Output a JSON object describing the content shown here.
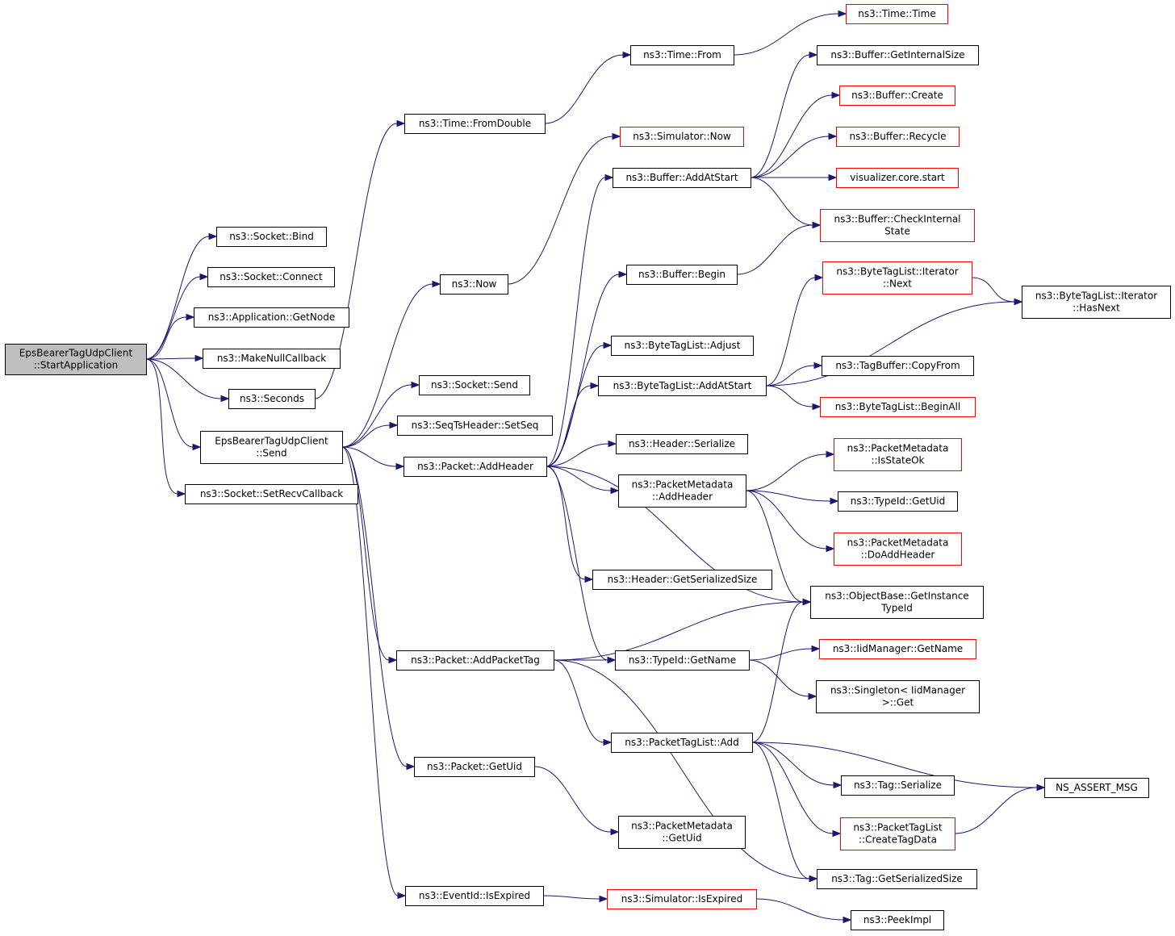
{
  "nodes": {
    "start_app": {
      "lines": [
        "EpsBearerTagUdpClient",
        "::StartApplication"
      ],
      "style": "root"
    },
    "socket_bind": {
      "lines": [
        "ns3::Socket::Bind"
      ],
      "style": "black"
    },
    "socket_connect": {
      "lines": [
        "ns3::Socket::Connect"
      ],
      "style": "black"
    },
    "app_getnode": {
      "lines": [
        "ns3::Application::GetNode"
      ],
      "style": "black"
    },
    "make_null_cb": {
      "lines": [
        "ns3::MakeNullCallback"
      ],
      "style": "black"
    },
    "seconds": {
      "lines": [
        "ns3::Seconds"
      ],
      "style": "black"
    },
    "send": {
      "lines": [
        "EpsBearerTagUdpClient",
        "::Send"
      ],
      "style": "black"
    },
    "set_recv_cb": {
      "lines": [
        "ns3::Socket::SetRecvCallback"
      ],
      "style": "black"
    },
    "time_fromdouble": {
      "lines": [
        "ns3::Time::FromDouble"
      ],
      "style": "black"
    },
    "time_from": {
      "lines": [
        "ns3::Time::From"
      ],
      "style": "black"
    },
    "time_time": {
      "lines": [
        "ns3::Time::Time"
      ],
      "style": "red"
    },
    "now": {
      "lines": [
        "ns3::Now"
      ],
      "style": "black"
    },
    "sim_now": {
      "lines": [
        "ns3::Simulator::Now"
      ],
      "style": "red"
    },
    "socket_send": {
      "lines": [
        "ns3::Socket::Send"
      ],
      "style": "black"
    },
    "seqts_setseq": {
      "lines": [
        "ns3::SeqTsHeader::SetSeq"
      ],
      "style": "black"
    },
    "pkt_addheader": {
      "lines": [
        "ns3::Packet::AddHeader"
      ],
      "style": "black"
    },
    "pkt_addpackettag": {
      "lines": [
        "ns3::Packet::AddPacketTag"
      ],
      "style": "black"
    },
    "pkt_getuid": {
      "lines": [
        "ns3::Packet::GetUid"
      ],
      "style": "black"
    },
    "eventid_isexpired": {
      "lines": [
        "ns3::EventId::IsExpired"
      ],
      "style": "black"
    },
    "buf_addatstart": {
      "lines": [
        "ns3::Buffer::AddAtStart"
      ],
      "style": "black"
    },
    "buf_begin": {
      "lines": [
        "ns3::Buffer::Begin"
      ],
      "style": "black"
    },
    "btl_adjust": {
      "lines": [
        "ns3::ByteTagList::Adjust"
      ],
      "style": "black"
    },
    "btl_addatstart": {
      "lines": [
        "ns3::ByteTagList::AddAtStart"
      ],
      "style": "black"
    },
    "hdr_serialize": {
      "lines": [
        "ns3::Header::Serialize"
      ],
      "style": "black"
    },
    "pm_addheader": {
      "lines": [
        "ns3::PacketMetadata",
        "::AddHeader"
      ],
      "style": "black"
    },
    "hdr_getsersize": {
      "lines": [
        "ns3::Header::GetSerializedSize"
      ],
      "style": "black"
    },
    "typeid_getname": {
      "lines": [
        "ns3::TypeId::GetName"
      ],
      "style": "black"
    },
    "ptl_add": {
      "lines": [
        "ns3::PacketTagList::Add"
      ],
      "style": "black"
    },
    "pm_getuid": {
      "lines": [
        "ns3::PacketMetadata",
        "::GetUid"
      ],
      "style": "black"
    },
    "sim_isexpired": {
      "lines": [
        "ns3::Simulator::IsExpired"
      ],
      "style": "red"
    },
    "buf_getinternalsize": {
      "lines": [
        "ns3::Buffer::GetInternalSize"
      ],
      "style": "black"
    },
    "buf_create": {
      "lines": [
        "ns3::Buffer::Create"
      ],
      "style": "red"
    },
    "buf_recycle": {
      "lines": [
        "ns3::Buffer::Recycle"
      ],
      "style": "red"
    },
    "vis_core_start": {
      "lines": [
        "visualizer.core.start"
      ],
      "style": "red"
    },
    "buf_checkinternal": {
      "lines": [
        "ns3::Buffer::CheckInternal",
        "State"
      ],
      "style": "red"
    },
    "btl_iter_next": {
      "lines": [
        "ns3::ByteTagList::Iterator",
        "::Next"
      ],
      "style": "red"
    },
    "tagbuf_copyfrom": {
      "lines": [
        "ns3::TagBuffer::CopyFrom"
      ],
      "style": "black"
    },
    "btl_beginall": {
      "lines": [
        "ns3::ByteTagList::BeginAll"
      ],
      "style": "red"
    },
    "pm_isstateok": {
      "lines": [
        "ns3::PacketMetadata",
        "::IsStateOk"
      ],
      "style": "red"
    },
    "typeid_getuid": {
      "lines": [
        "ns3::TypeId::GetUid"
      ],
      "style": "black"
    },
    "pm_doaddheader": {
      "lines": [
        "ns3::PacketMetadata",
        "::DoAddHeader"
      ],
      "style": "red"
    },
    "objbase_getinst": {
      "lines": [
        "ns3::ObjectBase::GetInstance",
        "TypeId"
      ],
      "style": "black"
    },
    "iidmgr_getname": {
      "lines": [
        "ns3::IidManager::GetName"
      ],
      "style": "red"
    },
    "singleton_get": {
      "lines": [
        "ns3::Singleton< IidManager",
        ">::Get"
      ],
      "style": "black"
    },
    "tag_serialize": {
      "lines": [
        "ns3::Tag::Serialize"
      ],
      "style": "black"
    },
    "ptl_createtagdata": {
      "lines": [
        "ns3::PacketTagList",
        "::CreateTagData"
      ],
      "style": "red"
    },
    "tag_getsersize": {
      "lines": [
        "ns3::Tag::GetSerializedSize"
      ],
      "style": "black"
    },
    "peekimpl": {
      "lines": [
        "ns3::PeekImpl"
      ],
      "style": "black"
    },
    "btl_iter_hasnext": {
      "lines": [
        "ns3::ByteTagList::Iterator",
        "::HasNext"
      ],
      "style": "black"
    },
    "ns_assert_msg": {
      "lines": [
        "NS_ASSERT_MSG"
      ],
      "style": "black"
    }
  },
  "edges": [
    [
      "start_app",
      "socket_bind"
    ],
    [
      "start_app",
      "socket_connect"
    ],
    [
      "start_app",
      "app_getnode"
    ],
    [
      "start_app",
      "make_null_cb"
    ],
    [
      "start_app",
      "seconds"
    ],
    [
      "start_app",
      "send"
    ],
    [
      "start_app",
      "set_recv_cb"
    ],
    [
      "seconds",
      "time_fromdouble"
    ],
    [
      "time_fromdouble",
      "time_from"
    ],
    [
      "time_from",
      "time_time"
    ],
    [
      "send",
      "now"
    ],
    [
      "send",
      "socket_send"
    ],
    [
      "send",
      "seqts_setseq"
    ],
    [
      "send",
      "pkt_addheader"
    ],
    [
      "send",
      "pkt_addpackettag"
    ],
    [
      "send",
      "pkt_getuid"
    ],
    [
      "send",
      "eventid_isexpired"
    ],
    [
      "now",
      "sim_now"
    ],
    [
      "pkt_addheader",
      "buf_addatstart"
    ],
    [
      "pkt_addheader",
      "buf_begin"
    ],
    [
      "pkt_addheader",
      "btl_adjust"
    ],
    [
      "pkt_addheader",
      "btl_addatstart"
    ],
    [
      "pkt_addheader",
      "hdr_serialize"
    ],
    [
      "pkt_addheader",
      "pm_addheader"
    ],
    [
      "pkt_addheader",
      "hdr_getsersize"
    ],
    [
      "pkt_addheader",
      "typeid_getname"
    ],
    [
      "pkt_addheader",
      "objbase_getinst"
    ],
    [
      "buf_addatstart",
      "buf_getinternalsize"
    ],
    [
      "buf_addatstart",
      "buf_create"
    ],
    [
      "buf_addatstart",
      "buf_recycle"
    ],
    [
      "buf_addatstart",
      "vis_core_start"
    ],
    [
      "buf_addatstart",
      "buf_checkinternal"
    ],
    [
      "buf_begin",
      "buf_checkinternal"
    ],
    [
      "btl_addatstart",
      "btl_iter_next"
    ],
    [
      "btl_addatstart",
      "btl_iter_hasnext"
    ],
    [
      "btl_addatstart",
      "tagbuf_copyfrom"
    ],
    [
      "btl_addatstart",
      "btl_beginall"
    ],
    [
      "btl_iter_next",
      "btl_iter_hasnext"
    ],
    [
      "pm_addheader",
      "pm_isstateok"
    ],
    [
      "pm_addheader",
      "typeid_getuid"
    ],
    [
      "pm_addheader",
      "pm_doaddheader"
    ],
    [
      "pm_addheader",
      "objbase_getinst"
    ],
    [
      "pkt_addpackettag",
      "objbase_getinst"
    ],
    [
      "pkt_addpackettag",
      "typeid_getname"
    ],
    [
      "pkt_addpackettag",
      "ptl_add"
    ],
    [
      "pkt_addpackettag",
      "tag_getsersize"
    ],
    [
      "typeid_getname",
      "iidmgr_getname"
    ],
    [
      "typeid_getname",
      "singleton_get"
    ],
    [
      "ptl_add",
      "objbase_getinst"
    ],
    [
      "ptl_add",
      "ns_assert_msg"
    ],
    [
      "ptl_add",
      "tag_serialize"
    ],
    [
      "ptl_add",
      "ptl_createtagdata"
    ],
    [
      "ptl_add",
      "tag_getsersize"
    ],
    [
      "ptl_createtagdata",
      "ns_assert_msg"
    ],
    [
      "pkt_getuid",
      "pm_getuid"
    ],
    [
      "eventid_isexpired",
      "sim_isexpired"
    ],
    [
      "sim_isexpired",
      "peekimpl"
    ]
  ],
  "colors": {
    "edge": "#191970",
    "root_fill": "#bfbfbf",
    "red_border": "#ff0000",
    "black_border": "#000000"
  }
}
